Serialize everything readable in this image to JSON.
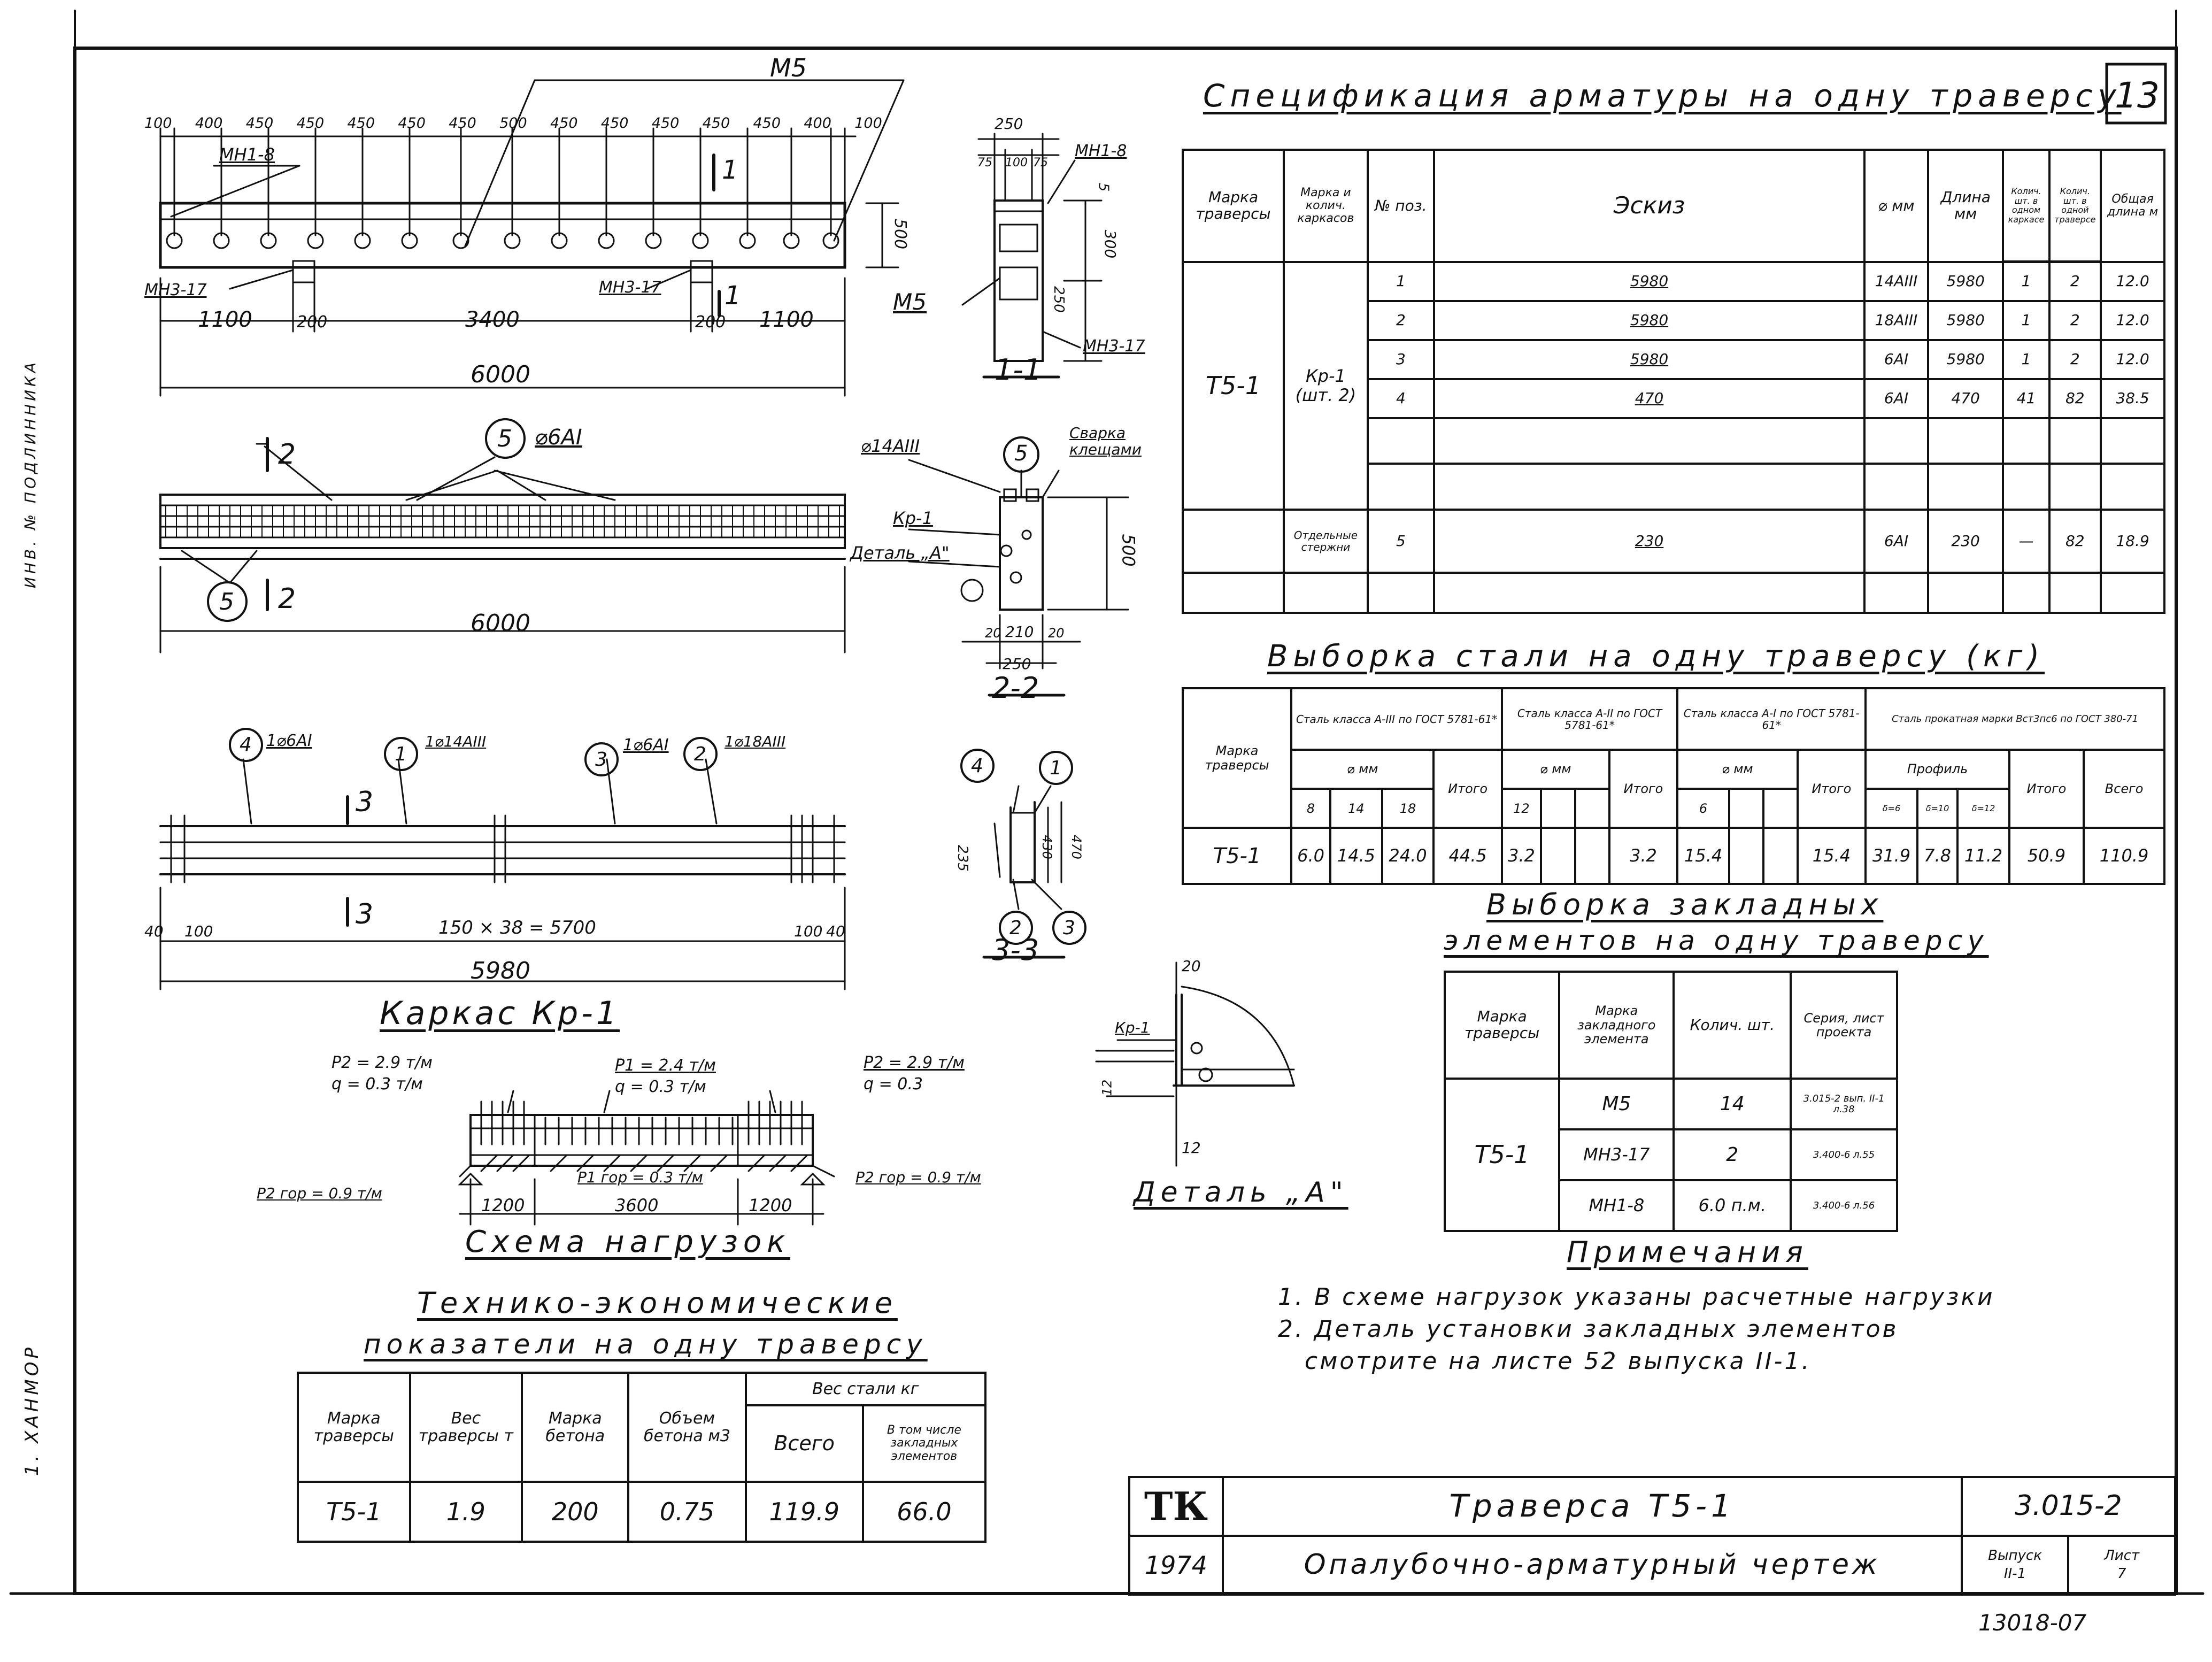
{
  "sheet_number": "13",
  "left_margin_text": "ИНВ. № ПОДЛИННИКА",
  "left_margin_text2": "1. ХАНМОР",
  "beam": {
    "mark_m5": "М5",
    "spacings": [
      "100",
      "400",
      "450",
      "450",
      "450",
      "450",
      "450",
      "500",
      "450",
      "450",
      "450",
      "450",
      "450",
      "400",
      "100"
    ],
    "mn1": "МН1-8",
    "mn3a": "МН3-17",
    "mn3b": "МН3-17",
    "section_mark": "1",
    "height": "500",
    "dims": [
      "1100",
      "200",
      "3400",
      "200",
      "1100"
    ],
    "total": "6000"
  },
  "plan": {
    "bar_label": "⌀6АI",
    "pos": "5",
    "section_mark": "2",
    "total": "6000"
  },
  "frame": {
    "pos4": "4",
    "pos4_label": "1⌀6АI",
    "pos1": "1",
    "pos1_label": "1⌀14АIII",
    "pos3": "3",
    "pos3_label": "1⌀6АI",
    "pos2": "2",
    "pos2_label": "1⌀18АIII",
    "section_mark": "3",
    "dim_a": "40",
    "dim_b": "100",
    "dim_mid": "150 × 38 = 5700",
    "dim_c": "100",
    "dim_d": "40",
    "total": "5980",
    "caption": "Каркас Кр-1"
  },
  "section11": {
    "w": "250",
    "d1": "75",
    "d2": "100",
    "d3": "75",
    "mark_mn1": "МН1-8",
    "mark_m5": "М5",
    "mark_mn3": "МН3-17",
    "h1": "5",
    "h2": "300",
    "h3": "250",
    "caption": "1-1"
  },
  "section22": {
    "pos": "5",
    "bar": "⌀14АIII",
    "weld": "Сварка клещами",
    "kr": "Кр-1",
    "detail": "Деталь „А\"",
    "height": "500",
    "d1": "20",
    "d2": "210",
    "d3": "20",
    "w": "250",
    "caption": "2-2"
  },
  "section33": {
    "p4": "4",
    "p1": "1",
    "p2": "2",
    "p3": "3",
    "h1": "235",
    "h2": "430",
    "h3": "470",
    "caption": "3-3"
  },
  "loads": {
    "p2_left": "P2 = 2.9 т/м",
    "q_left": "q = 0.3 т/м",
    "p1": "P1 = 2.4 т/м",
    "q_mid": "q = 0.3 т/м",
    "p2_right": "P2 = 2.9 т/м",
    "q_right": "q = 0.3",
    "p2h_left": "P2 гор = 0.9 т/м",
    "p1h": "P1 гор = 0.3 т/м",
    "p2h_right": "P2 гор = 0.9 т/м",
    "d1": "1200",
    "d2": "3600",
    "d3": "1200",
    "caption": "Схема нагрузок"
  },
  "detailA": {
    "kr": "Кр-1",
    "d20": "20",
    "d12a": "12",
    "d12b": "12",
    "caption": "Деталь „А\""
  },
  "spec": {
    "title": "Спецификация арматуры на одну траверсу",
    "headers": [
      "Марка траверсы",
      "Марка и колич. каркасов",
      "№ поз.",
      "Эскиз",
      "⌀ мм",
      "Длина мм",
      "Колич. шт. в одном каркасе",
      "Колич. шт. в одной траверсе",
      "Общая длина м"
    ],
    "mark": "Т5-1",
    "frame": "Кр-1 (шт. 2)",
    "other": "Отдельные стержни",
    "rows": [
      {
        "pos": "1",
        "sketch": "5980",
        "d": "14АIII",
        "len": "5980",
        "n1": "1",
        "n2": "2",
        "total": "12.0"
      },
      {
        "pos": "2",
        "sketch": "5980",
        "d": "18АIII",
        "len": "5980",
        "n1": "1",
        "n2": "2",
        "total": "12.0"
      },
      {
        "pos": "3",
        "sketch": "5980",
        "d": "6АI",
        "len": "5980",
        "n1": "1",
        "n2": "2",
        "total": "12.0"
      },
      {
        "pos": "4",
        "sketch": "470",
        "d": "6АI",
        "len": "470",
        "n1": "41",
        "n2": "82",
        "total": "38.5"
      },
      {
        "pos": "5",
        "sketch": "230",
        "d": "6АI",
        "len": "230",
        "n1": "—",
        "n2": "82",
        "total": "18.9"
      }
    ]
  },
  "steel": {
    "title": "Выборка стали на одну траверсу (кг)",
    "mark_h": "Марка траверсы",
    "g1": "Сталь класса А-III по ГОСТ 5781-61*",
    "g2": "Сталь класса А-II по ГОСТ 5781-61*",
    "g3": "Сталь класса А-I по ГОСТ 5781-61*",
    "g4": "Сталь прокатная марки Вст3пс6 по ГОСТ 380-71",
    "dmm": "⌀ мм",
    "profile": "Профиль",
    "sub": [
      "8",
      "14",
      "18",
      "Итого",
      "12",
      "",
      "",
      "Итого",
      "6",
      "",
      "",
      "Итого",
      "δ=6",
      "δ=10",
      "δ=12",
      "Итого",
      "Всего"
    ],
    "sub_short": {
      "s1": "δ=6",
      "s2": "δ=10",
      "s3": "δ=12",
      "itogo": "Итого",
      "vsego": "Всего"
    },
    "row": [
      "Т5-1",
      "6.0",
      "14.5",
      "24.0",
      "44.5",
      "3.2",
      "",
      "",
      "3.2",
      "15.4",
      "",
      "",
      "15.4",
      "31.9",
      "7.8",
      "11.2",
      "50.9",
      "110.9"
    ]
  },
  "embedded": {
    "title1": "Выборка закладных",
    "title2": "элементов на одну траверсу",
    "headers": [
      "Марка траверсы",
      "Марка закладного элемента",
      "Колич. шт.",
      "Серия, лист проекта"
    ],
    "mark": "Т5-1",
    "rows": [
      {
        "el": "М5",
        "qty": "14",
        "ref": "3.015-2 вып. II-1 л.38"
      },
      {
        "el": "МН3-17",
        "qty": "2",
        "ref": "3.400-6 л.55"
      },
      {
        "el": "МН1-8",
        "qty": "6.0 п.м.",
        "ref": "3.400-6 л.56"
      }
    ]
  },
  "notes": {
    "title": "Примечания",
    "n1": "1. В схеме нагрузок указаны расчетные нагрузки",
    "n2": "2. Деталь установки закладных элементов",
    "n3": "смотрите на листе 52 выпуска II-1."
  },
  "tep": {
    "title1": "Технико-экономические",
    "title2": "показатели на одну траверсу",
    "headers": [
      "Марка траверсы",
      "Вес траверсы т",
      "Марка бетона",
      "Объем бетона м3",
      "Вес стали кг",
      "Всего",
      "В том числе закладных элементов"
    ],
    "row": [
      "Т5-1",
      "1.9",
      "200",
      "0.75",
      "119.9",
      "66.0"
    ]
  },
  "stamp": {
    "logo": "ТК",
    "year": "1974",
    "name": "Траверса Т5-1",
    "desc": "Опалубочно-арматурный чертеж",
    "series": "3.015-2",
    "issue_h": "Выпуск",
    "issue": "II-1",
    "sheet_h": "Лист",
    "sheet": "7",
    "bottom": "13018-07"
  }
}
